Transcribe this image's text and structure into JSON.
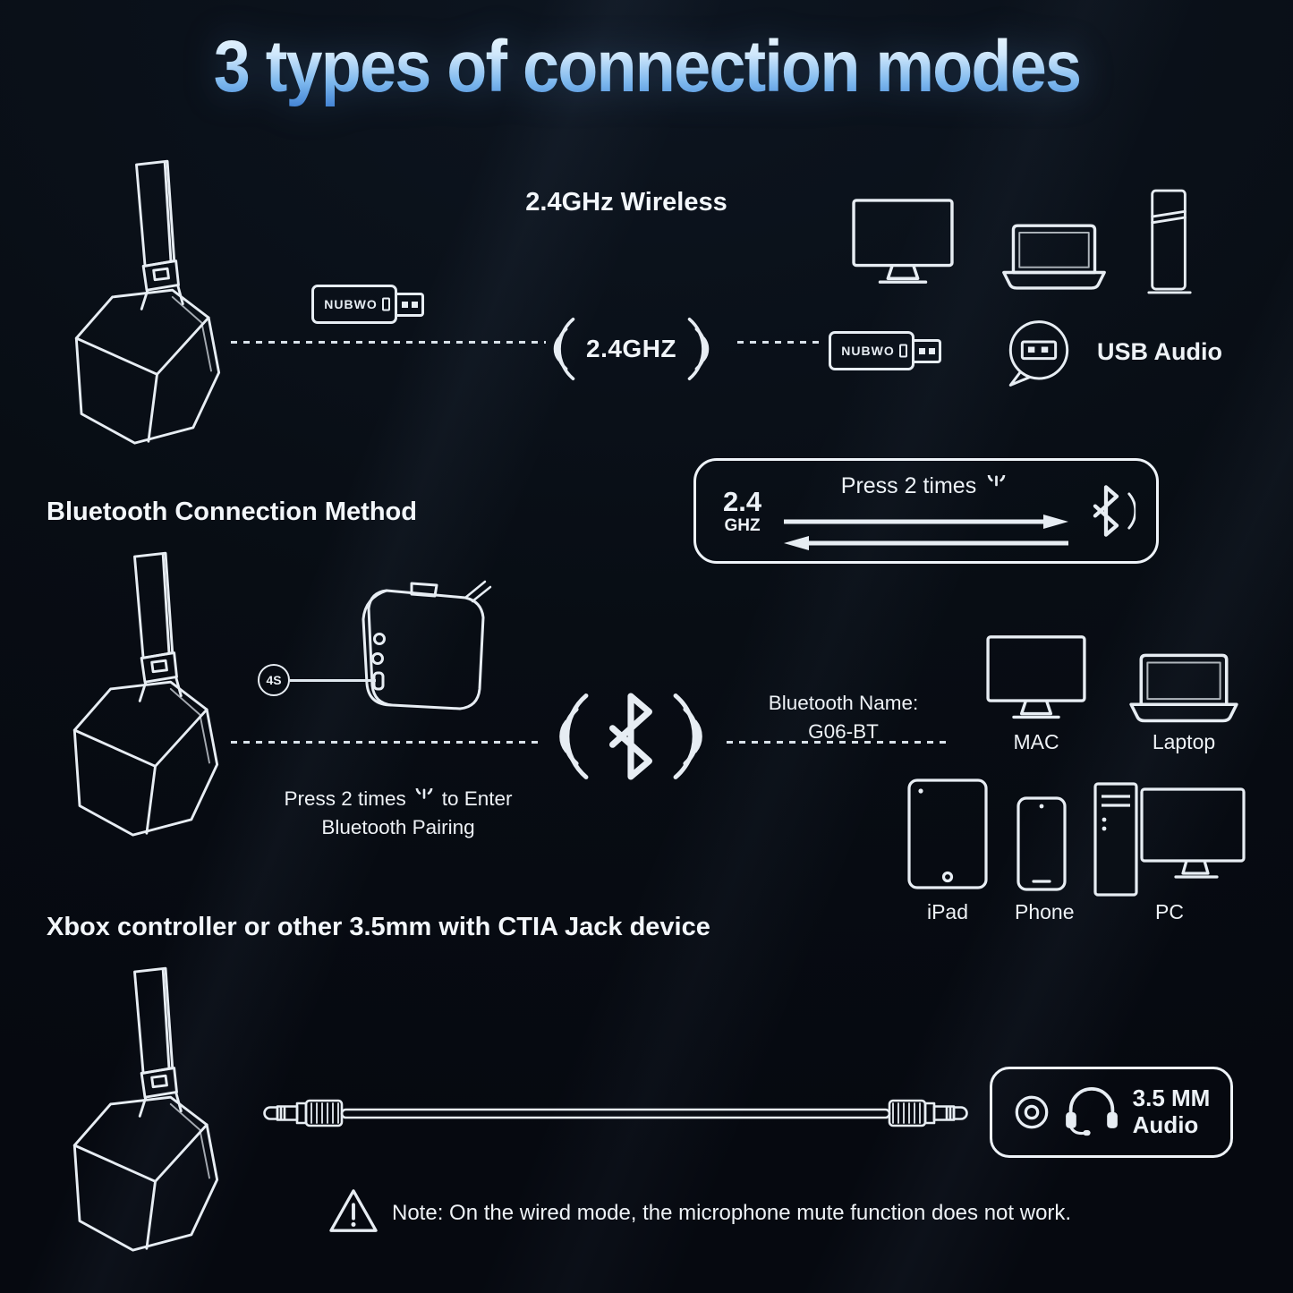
{
  "title": "3 types of connection modes",
  "wireless": {
    "heading": "2.4GHz Wireless",
    "dongle_brand": "NUBWO",
    "signal_text": "2.4GHZ",
    "usb_audio_label": "USB Audio"
  },
  "switch_box": {
    "freq_top": "2.4",
    "freq_bottom": "GHZ",
    "press_label": "Press 2 times"
  },
  "bluetooth": {
    "heading": "Bluetooth Connection Method",
    "hold_badge": "4S",
    "press_prefix": "Press 2 times",
    "press_suffix": "to Enter",
    "press_line2": "Bluetooth Pairing",
    "bt_name_label": "Bluetooth Name:",
    "bt_name_value": "G06-BT",
    "devices": [
      "MAC",
      "Laptop",
      "iPad",
      "Phone",
      "PC"
    ]
  },
  "wired": {
    "heading": "Xbox controller or other 3.5mm with CTIA Jack device",
    "audio_line1": "3.5 MM",
    "audio_line2": "Audio",
    "note": "Note: On the wired mode, the microphone mute function does not work."
  }
}
